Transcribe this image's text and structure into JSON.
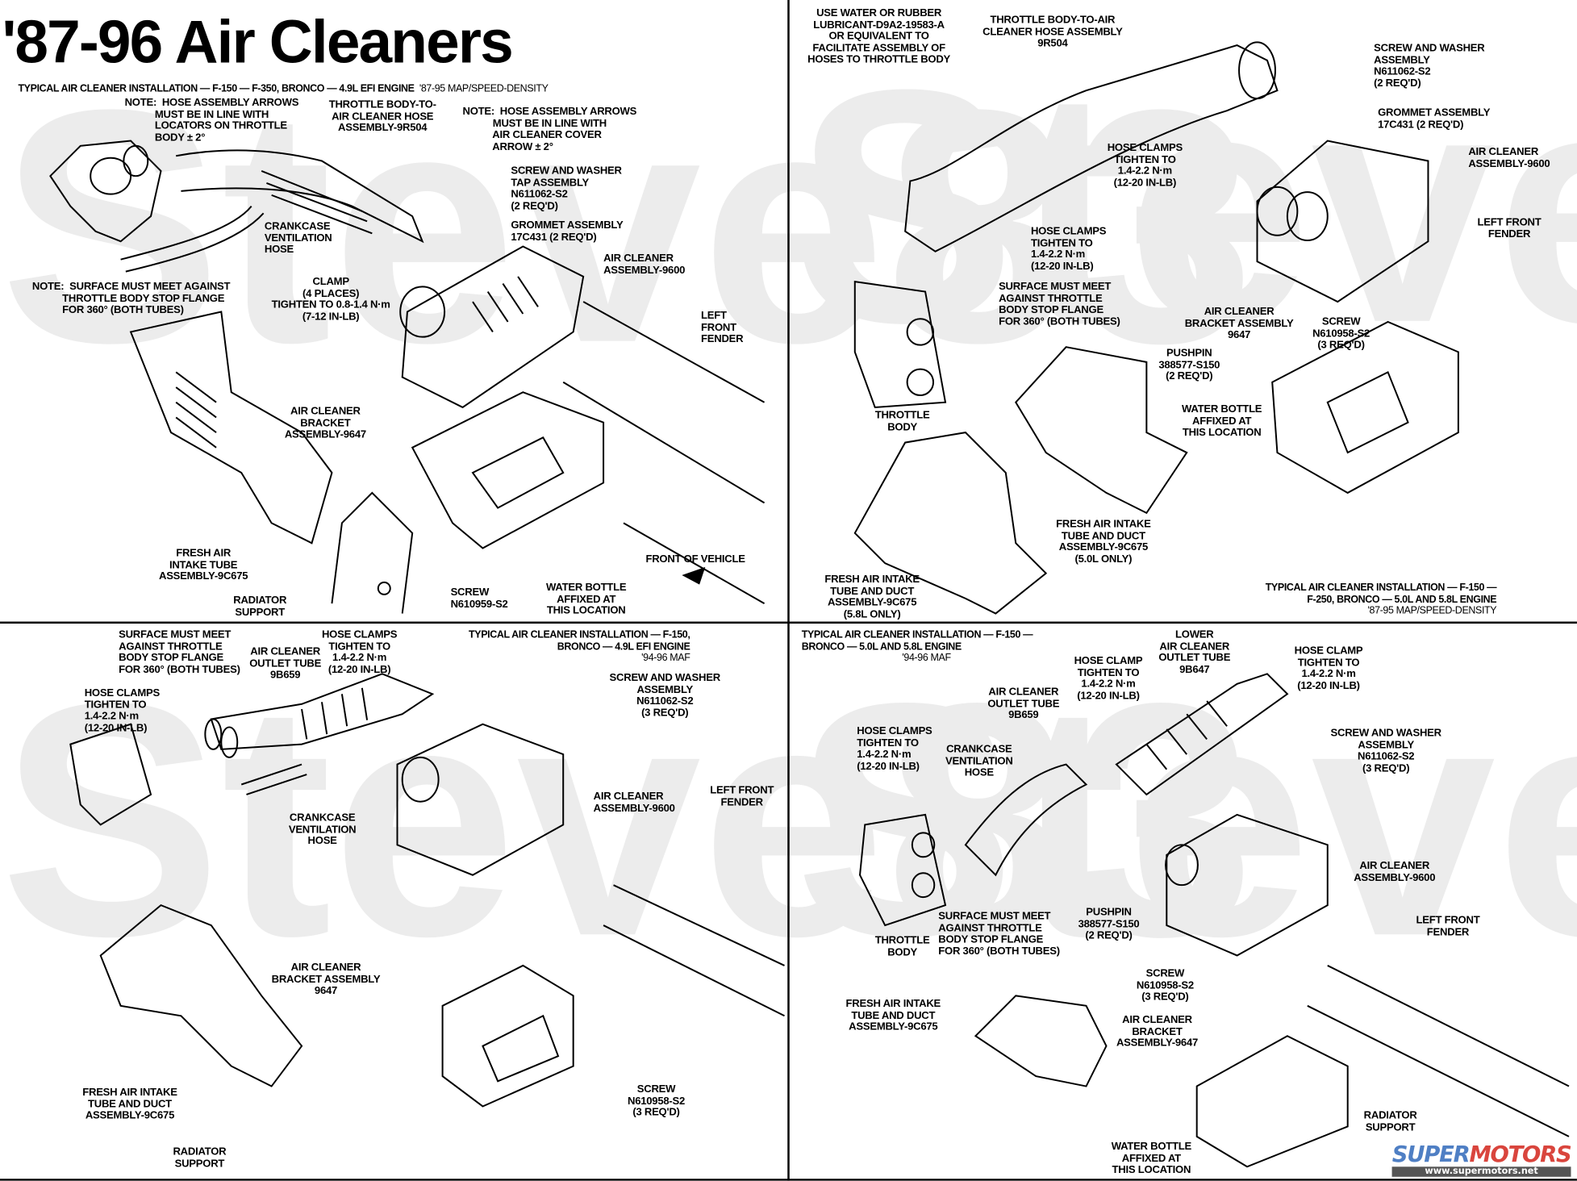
{
  "title": "'87-96 Air Cleaners",
  "watermark": "Steve83",
  "logo": {
    "brand_a": "SUPER",
    "brand_b": "MOTORS",
    "url": "www.supermotors.net"
  },
  "q1": {
    "heading": "TYPICAL AIR CLEANER INSTALLATION — F-150 — F-350, BRONCO — 4.9L EFI ENGINE",
    "subheading": "'87-95 MAP/SPEED-DENSITY",
    "note_throttle": "NOTE:  HOSE ASSEMBLY ARROWS\n           MUST BE IN LINE WITH\n           LOCATORS ON THROTTLE\n           BODY ± 2°",
    "hose": "THROTTLE BODY-TO-\nAIR CLEANER HOSE\nASSEMBLY-9R504",
    "note_cover": "NOTE:  HOSE ASSEMBLY ARROWS\n           MUST BE IN LINE WITH\n           AIR CLEANER COVER\n           ARROW ± 2°",
    "screw_tap": "SCREW AND WASHER\nTAP ASSEMBLY\nN611062-S2\n(2 REQ'D)",
    "crankcase": "CRANKCASE\nVENTILATION\nHOSE",
    "grommet": "GROMMET ASSEMBLY\n17C431 (2 REQ'D)",
    "air_cleaner": "AIR CLEANER\nASSEMBLY-9600",
    "note_surface": "NOTE:  SURFACE MUST MEET AGAINST\n           THROTTLE BODY STOP FLANGE\n           FOR 360° (BOTH TUBES)",
    "clamp": "CLAMP\n(4 PLACES)\nTIGHTEN TO 0.8-1.4 N·m\n(7-12 IN-LB)",
    "fender": "LEFT\nFRONT\nFENDER",
    "bracket": "AIR CLEANER\nBRACKET\nASSEMBLY-9647",
    "intake": "FRESH AIR\nINTAKE TUBE\nASSEMBLY-9C675",
    "radiator": "RADIATOR\nSUPPORT",
    "screw": "SCREW\nN610959-S2",
    "water_bottle": "WATER BOTTLE\nAFFIXED AT\nTHIS LOCATION",
    "front": "FRONT OF VEHICLE"
  },
  "q2": {
    "lubricant": "USE WATER OR RUBBER\nLUBRICANT-D9A2-19583-A\nOR EQUIVALENT TO\nFACILITATE ASSEMBLY OF\nHOSES TO THROTTLE BODY",
    "hose": "THROTTLE BODY-TO-AIR\nCLEANER HOSE ASSEMBLY\n9R504",
    "screw_washer": "SCREW AND WASHER\nASSEMBLY\nN611062-S2\n(2 REQ'D)",
    "grommet": "GROMMET ASSEMBLY\n17C431 (2 REQ'D)",
    "hose_clamps_upper": "HOSE CLAMPS\nTIGHTEN TO\n1.4-2.2 N·m\n(12-20 IN-LB)",
    "air_cleaner": "AIR CLEANER\nASSEMBLY-9600",
    "fender": "LEFT FRONT\nFENDER",
    "hose_clamps_lower": "HOSE CLAMPS\nTIGHTEN TO\n1.4-2.2 N·m\n(12-20 IN-LB)",
    "surface": "SURFACE MUST MEET\nAGAINST THROTTLE\nBODY STOP FLANGE\nFOR 360° (BOTH TUBES)",
    "bracket": "AIR CLEANER\nBRACKET ASSEMBLY\n9647",
    "screw": "SCREW\nN610958-S2\n(3 REQ'D)",
    "pushpin": "PUSHPIN\n388577-S150\n(2 REQ'D)",
    "throttle_body": "THROTTLE\nBODY",
    "water_bottle": "WATER BOTTLE\nAFFIXED AT\nTHIS LOCATION",
    "intake_50": "FRESH AIR INTAKE\nTUBE AND DUCT\nASSEMBLY-9C675\n(5.0L ONLY)",
    "intake_58": "FRESH AIR INTAKE\nTUBE AND DUCT\nASSEMBLY-9C675\n(5.8L ONLY)",
    "heading": "TYPICAL AIR CLEANER INSTALLATION — F-150 —\nF-250, BRONCO — 5.0L AND 5.8L ENGINE",
    "subheading": "'87-95 MAP/SPEED-DENSITY"
  },
  "q3": {
    "surface": "SURFACE MUST MEET\nAGAINST THROTTLE\nBODY STOP FLANGE\nFOR 360° (BOTH TUBES)",
    "outlet": "AIR CLEANER\nOUTLET TUBE\n9B659",
    "hose_clamps_upper": "HOSE CLAMPS\nTIGHTEN TO\n1.4-2.2 N·m\n(12-20 IN-LB)",
    "heading": "TYPICAL AIR CLEANER INSTALLATION — F-150,\nBRONCO — 4.9L EFI ENGINE",
    "subheading": "'94-96 MAF",
    "hose_clamps_left": "HOSE CLAMPS\nTIGHTEN TO\n1.4-2.2 N·m\n(12-20 IN-LB)",
    "screw_washer": "SCREW AND WASHER\nASSEMBLY\nN611062-S2\n(3 REQ'D)",
    "air_cleaner": "AIR CLEANER\nASSEMBLY-9600",
    "fender": "LEFT FRONT\nFENDER",
    "crankcase": "CRANKCASE\nVENTILATION\nHOSE",
    "bracket": "AIR CLEANER\nBRACKET ASSEMBLY\n9647",
    "intake": "FRESH AIR INTAKE\nTUBE AND DUCT\nASSEMBLY-9C675",
    "screw": "SCREW\nN610958-S2\n(3 REQ'D)",
    "radiator": "RADIATOR\nSUPPORT"
  },
  "q4": {
    "heading": "TYPICAL AIR CLEANER INSTALLATION — F-150 —\nBRONCO — 5.0L AND 5.8L ENGINE",
    "subheading": "'94-96 MAF",
    "lower_outlet": "LOWER\nAIR CLEANER\nOUTLET TUBE\n9B647",
    "hose_clamp_mid": "HOSE CLAMP\nTIGHTEN TO\n1.4-2.2 N·m\n(12-20 IN-LB)",
    "hose_clamp_right": "HOSE CLAMP\nTIGHTEN TO\n1.4-2.2 N·m\n(12-20 IN-LB)",
    "outlet": "AIR CLEANER\nOUTLET TUBE\n9B659",
    "hose_clamps": "HOSE CLAMPS\nTIGHTEN TO\n1.4-2.2 N·m\n(12-20 IN-LB)",
    "crankcase": "CRANKCASE\nVENTILATION\nHOSE",
    "screw_washer": "SCREW AND WASHER\nASSEMBLY\nN611062-S2\n(3 REQ'D)",
    "air_cleaner": "AIR CLEANER\nASSEMBLY-9600",
    "surface": "SURFACE MUST MEET\nAGAINST THROTTLE\nBODY STOP FLANGE\nFOR 360° (BOTH TUBES)",
    "fender": "LEFT FRONT\nFENDER",
    "throttle_body": "THROTTLE\nBODY",
    "pushpin": "PUSHPIN\n388577-S150\n(2 REQ'D)",
    "screw": "SCREW\nN610958-S2\n(3 REQ'D)",
    "intake": "FRESH AIR INTAKE\nTUBE AND DUCT\nASSEMBLY-9C675",
    "bracket": "AIR CLEANER\nBRACKET\nASSEMBLY-9647",
    "water_bottle": "WATER BOTTLE\nAFFIXED AT\nTHIS LOCATION",
    "radiator": "RADIATOR\nSUPPORT"
  }
}
